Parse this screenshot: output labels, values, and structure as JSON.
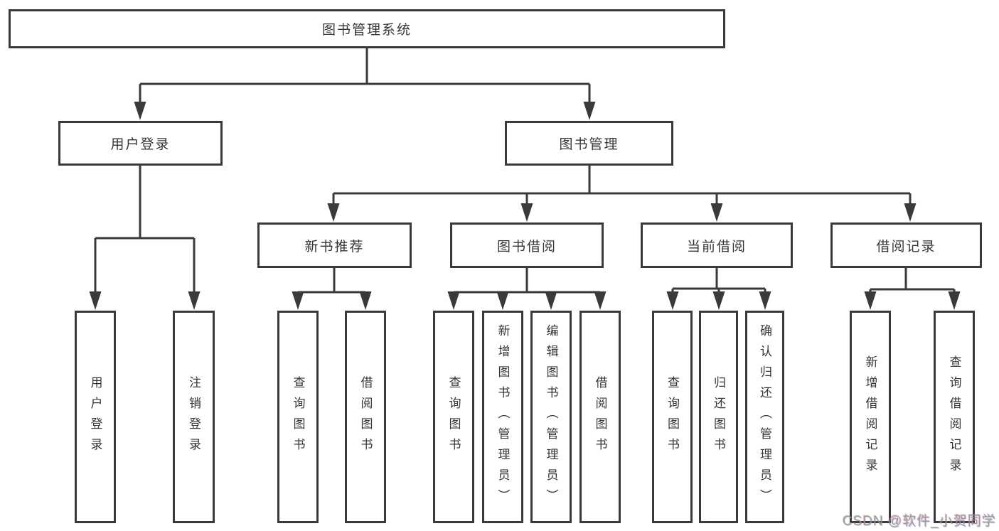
{
  "colors": {
    "line": "#3a3a3a",
    "text": "#353535",
    "node_bg": "#ffffff",
    "watermark": "#8e9297"
  },
  "watermark": "CSDN @软件_小贺同学",
  "tree": {
    "label": "图书管理系统",
    "children": [
      {
        "label": "用户登录",
        "children": [
          {
            "label": "用户登录"
          },
          {
            "label": "注销登录"
          }
        ]
      },
      {
        "label": "图书管理",
        "children": [
          {
            "label": "新书推荐",
            "children": [
              {
                "label": "查询图书"
              },
              {
                "label": "借阅图书"
              }
            ]
          },
          {
            "label": "图书借阅",
            "children": [
              {
                "label": "查询图书"
              },
              {
                "label": "新增图书（管理员）"
              },
              {
                "label": "编辑图书（管理员）"
              },
              {
                "label": "借阅图书"
              }
            ]
          },
          {
            "label": "当前借阅",
            "children": [
              {
                "label": "查询图书"
              },
              {
                "label": "归还图书"
              },
              {
                "label": "确认归还（管理员）"
              }
            ]
          },
          {
            "label": "借阅记录",
            "children": [
              {
                "label": "新增借阅记录"
              },
              {
                "label": "查询借阅记录"
              }
            ]
          }
        ]
      }
    ]
  }
}
